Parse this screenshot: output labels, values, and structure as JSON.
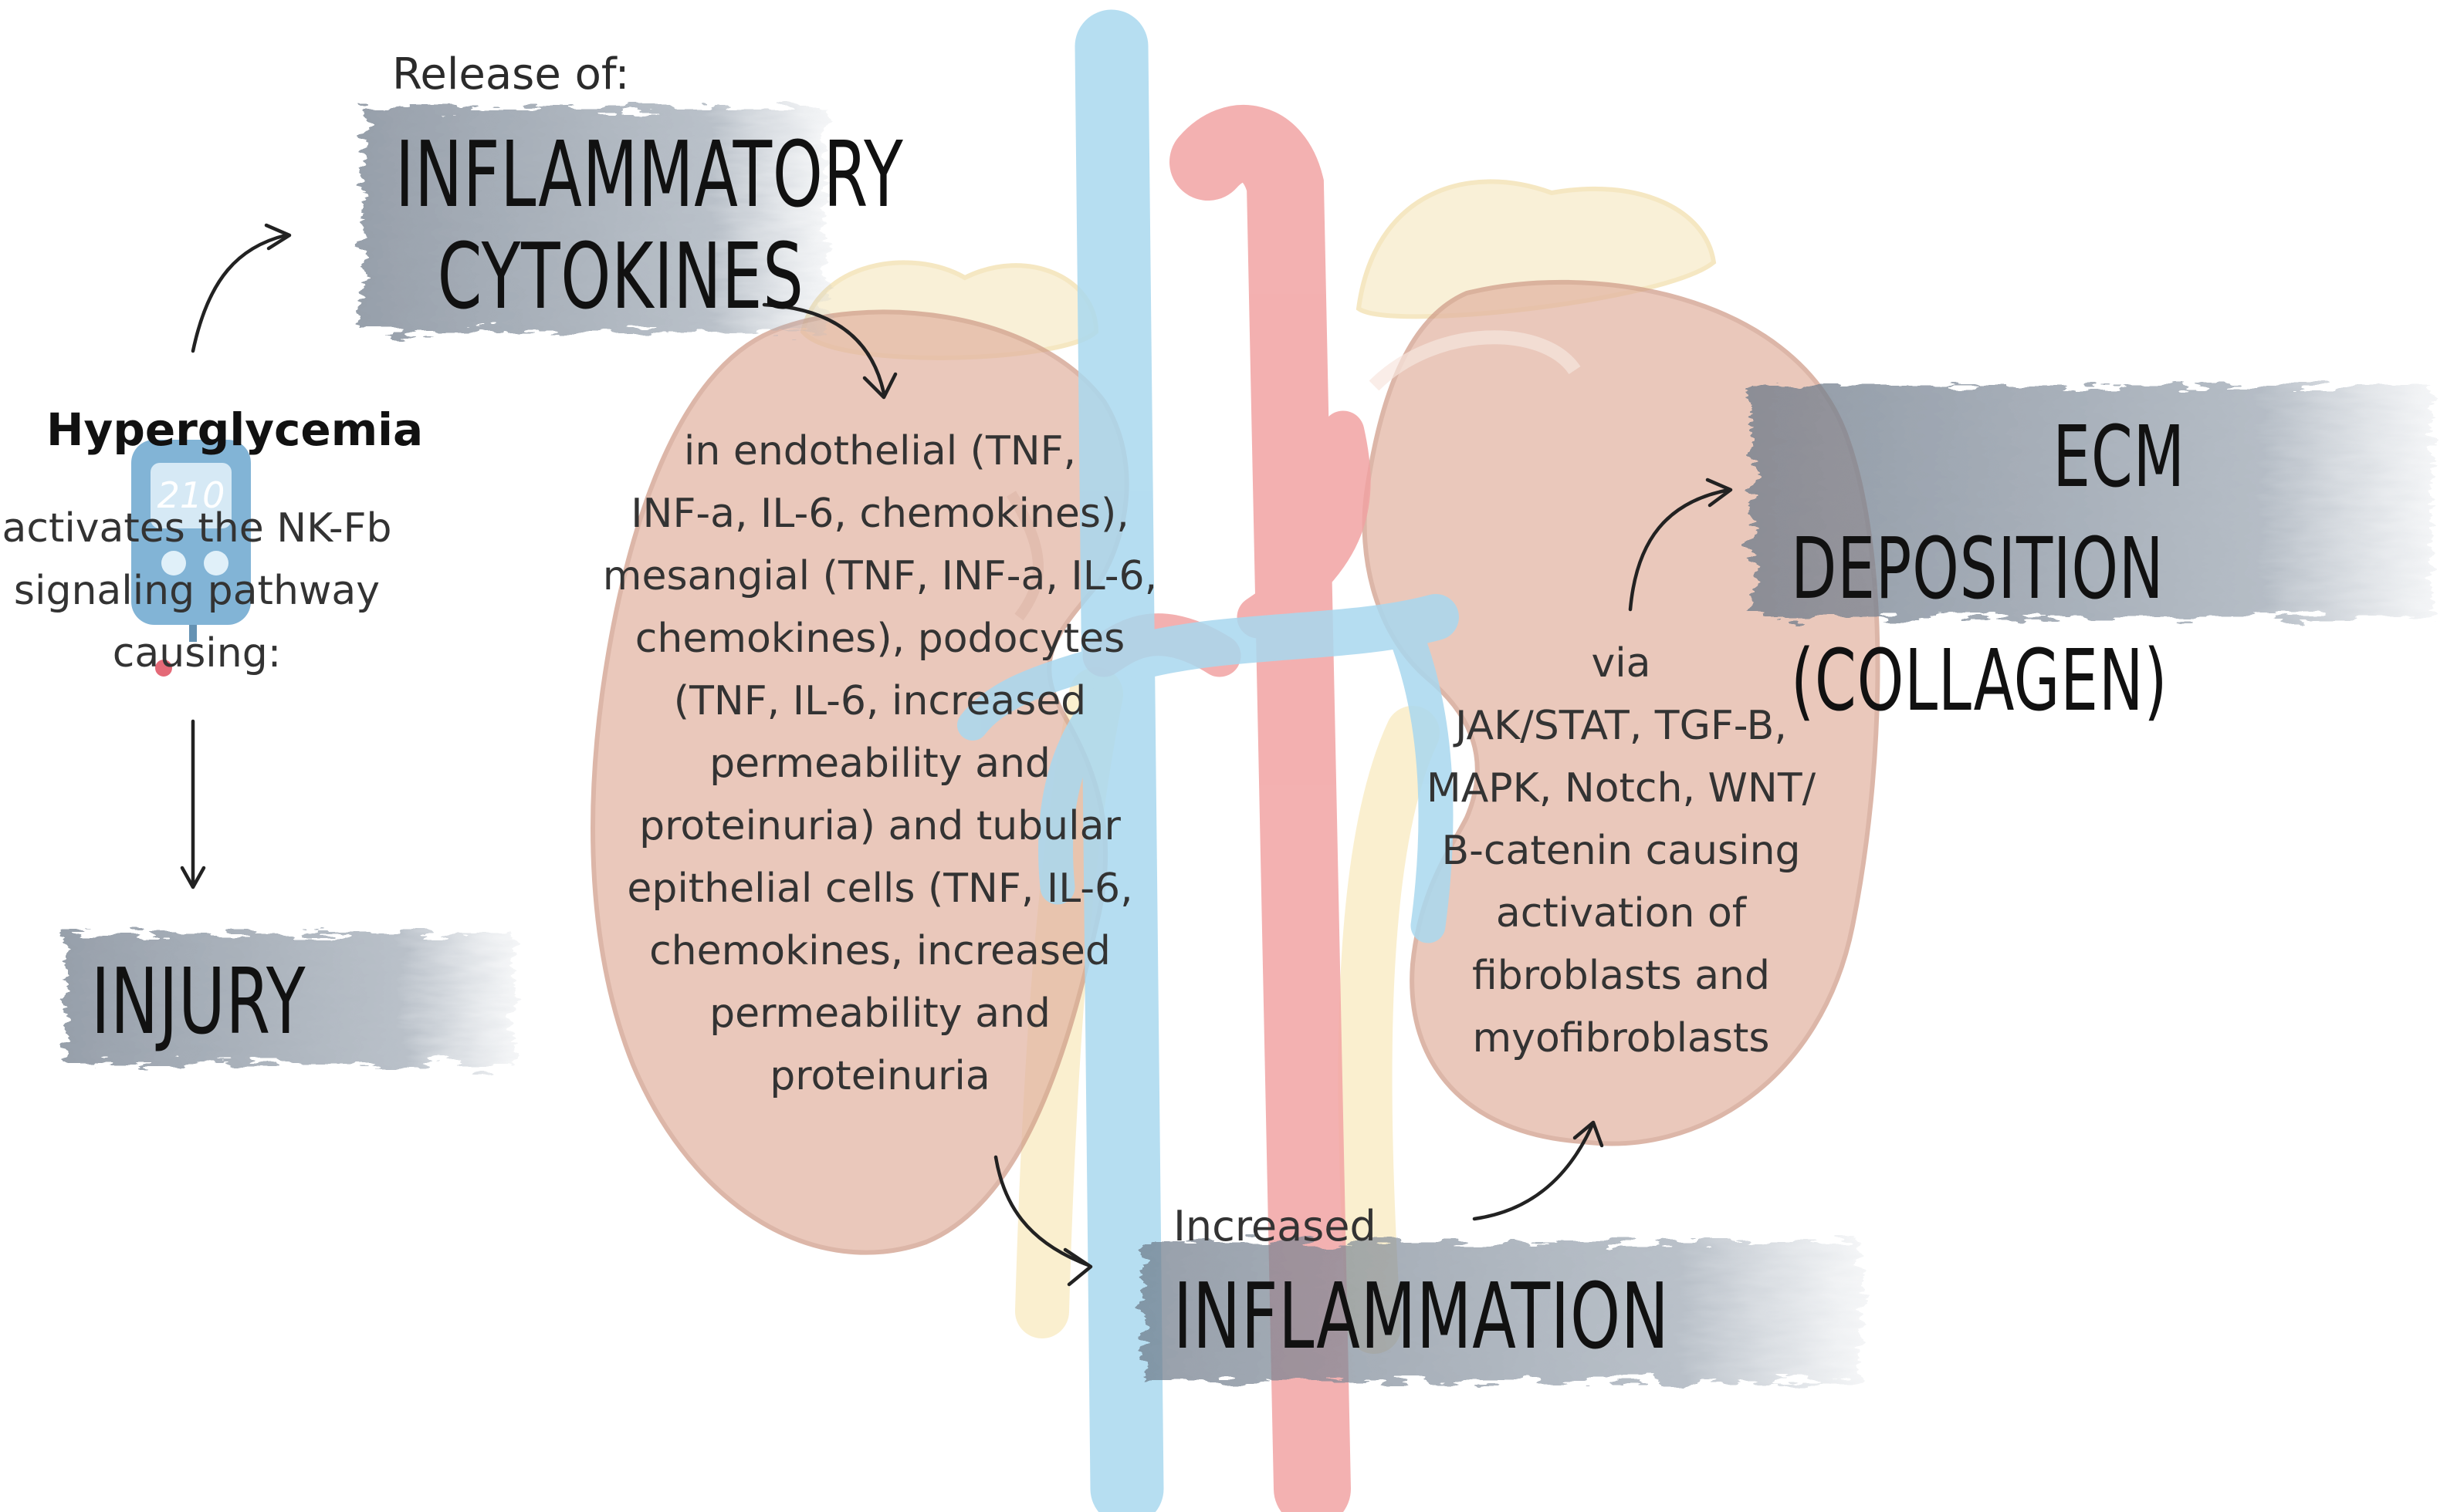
{
  "labels": {
    "release_of": "Release of:",
    "inflammatory_cytokines_line1": "INFLAMMATORY",
    "inflammatory_cytokines_line2": "CYTOKINES",
    "hyperglycemia": "Hyperglycemia",
    "activates_line1": "activates the NK-Fb",
    "activates_line2": "signaling pathway",
    "activates_line3": "causing:",
    "glucometer_reading": "210",
    "injury": "INJURY",
    "cytokine_detail": [
      "in endothelial (TNF,",
      "INF-a, IL-6, chemokines),",
      "mesangial (TNF, INF-a, IL-6,",
      "chemokines), podocytes",
      "(TNF, IL-6, increased",
      "permeability and",
      "proteinuria) and tubular",
      "epithelial cells (TNF, IL-6,",
      "chemokines, increased",
      "permeability and",
      "proteinuria"
    ],
    "increased": "Increased",
    "inflammation": "INFLAMMATION",
    "ecm_line1": "ECM",
    "ecm_line2": "DEPOSITION (COLLAGEN)",
    "via_detail": [
      "via",
      "JAK/STAT, TGF-B,",
      "MAPK, Notch, WNT/",
      "B-catenin causing",
      "activation of",
      "fibroblasts and",
      "myofibroblasts"
    ]
  },
  "icons": {
    "glucometer": "glucometer-icon",
    "kidneys": "kidney-pair-illustration",
    "arrows": "curved-arrow-icon"
  },
  "colors": {
    "kidney": "#e8c3b5",
    "kidney_outline": "#d9a996",
    "fat": "#f6e7bd",
    "vein": "#a9d8ef",
    "artery": "#f1a3a3",
    "highlight_band": "#7d8896",
    "text": "#2b2b2b",
    "heading": "#111111"
  }
}
